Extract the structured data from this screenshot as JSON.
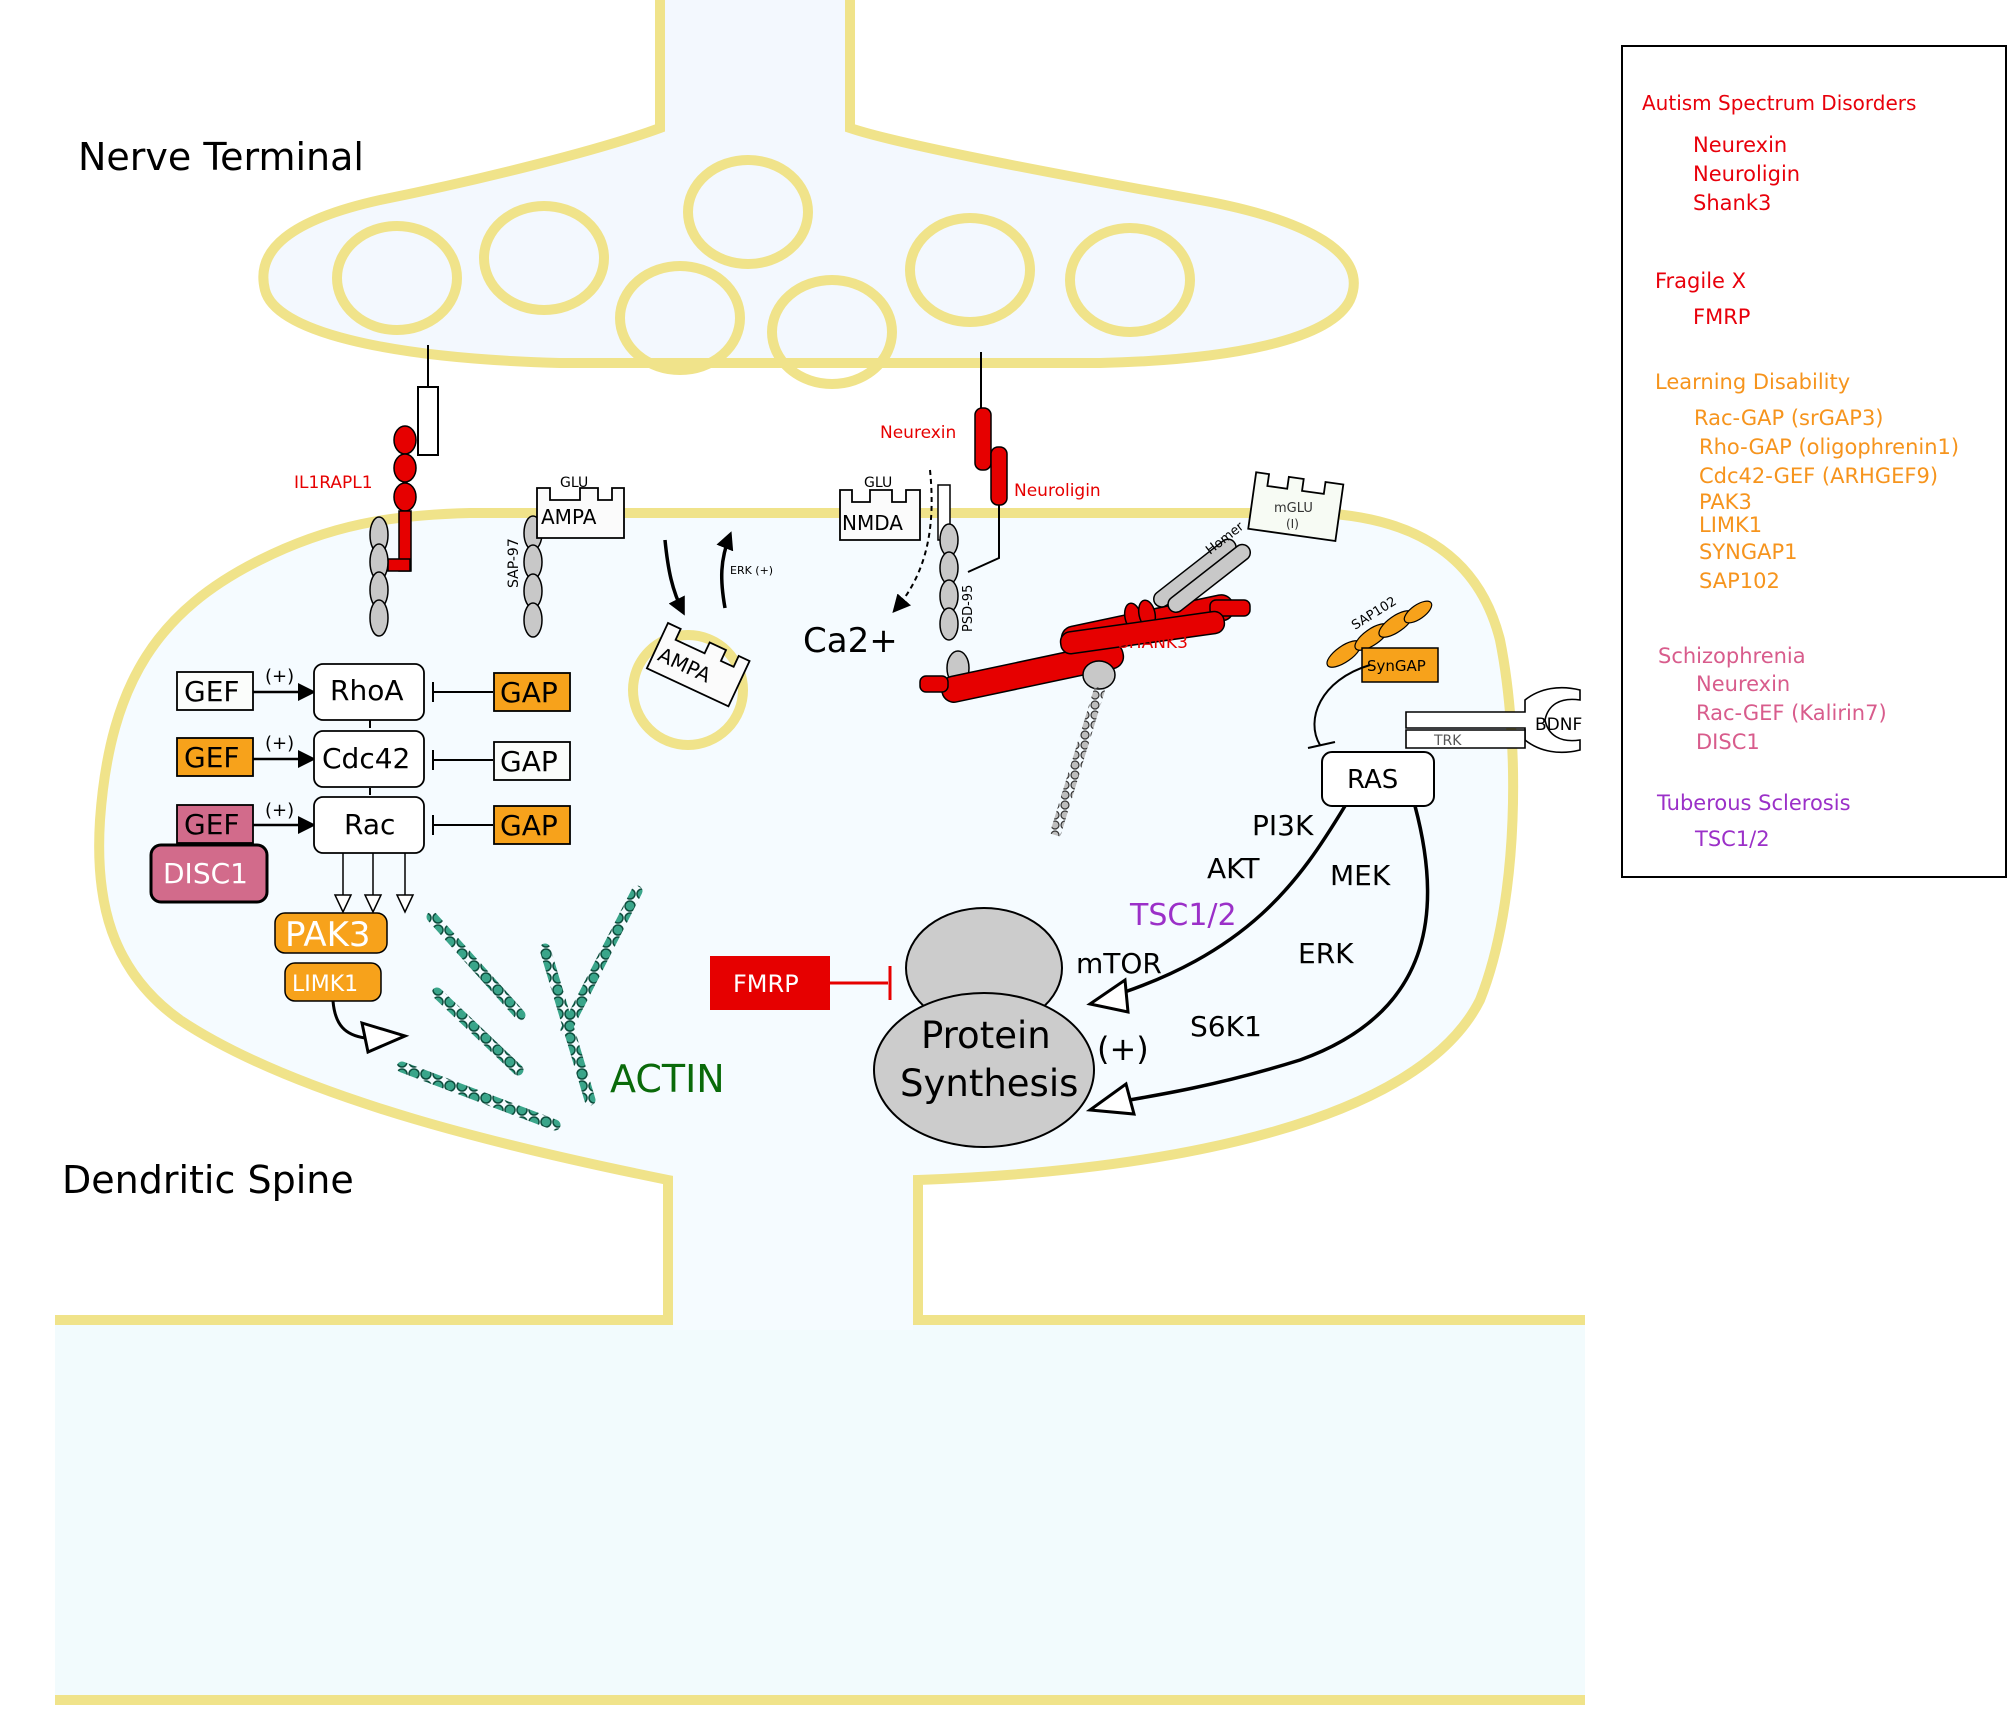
{
  "colors": {
    "membrane": "#f0e38a",
    "cytoplasm": "#f5fbff",
    "disease_red": "#e8000b",
    "disease_orange": "#f6941d",
    "disease_pink": "#d85c8c",
    "disease_purple": "#9b30c8",
    "actin_green": "#0a6a0a",
    "enzyme_orange": "#f7a21b",
    "disc1_pink": "#d26b8b",
    "protein_gray": "#c8c8c8",
    "receptor_red": "#e60000"
  },
  "regions": {
    "nerve_terminal": "Nerve Terminal",
    "dendritic_spine": "Dendritic Spine"
  },
  "receptors": {
    "ampa_label": "AMPA",
    "glu_label": "GLU",
    "nmda_label": "NMDA",
    "mglu_label": "mGLU",
    "mglu_sub": "(I)",
    "homer": "Homer",
    "sap97": "SAP-97",
    "psd95": "PSD-95",
    "internal_ampa": "AMPA",
    "erk_plus": "ERK (+)",
    "ca": "Ca2+"
  },
  "adhesion": {
    "il1rapl1": "IL1RAPL1",
    "neurexin": "Neurexin",
    "neuroligin": "Neuroligin",
    "shank3": "SHANK3"
  },
  "gtpase": {
    "plus": "(+)",
    "rows": [
      {
        "gef": "GEF",
        "node": "RhoA",
        "gap": "GAP"
      },
      {
        "gef": "GEF",
        "node": "Cdc42",
        "gap": "GAP"
      },
      {
        "gef": "GEF",
        "node": "Rac",
        "gap": "GAP"
      }
    ],
    "disc1": "DISC1",
    "pak3": "PAK3",
    "limk1": "LIMK1",
    "actin": "ACTIN"
  },
  "signaling": {
    "sap102": "SAP102",
    "syngap": "SynGAP",
    "trk": "TRK",
    "bdnf": "BDNF",
    "ras": "RAS",
    "pi3k": "PI3K",
    "akt": "AKT",
    "tsc": "TSC1/2",
    "mtor": "mTOR",
    "mek": "MEK",
    "erk": "ERK",
    "s6k1": "S6K1",
    "fmrp": "FMRP",
    "protein_line1": "Protein",
    "protein_line2": "Synthesis",
    "plus": "(+)"
  },
  "legend": {
    "groups": [
      {
        "title": "Autism Spectrum Disorders",
        "color": "#e8000b",
        "items": [
          "Neurexin",
          "Neuroligin",
          "Shank3"
        ]
      },
      {
        "title": "Fragile X",
        "color": "#e8000b",
        "items": [
          "FMRP"
        ]
      },
      {
        "title": "Learning Disability",
        "color": "#f6941d",
        "items": [
          "Rac-GAP (srGAP3)",
          "Rho-GAP (oligophrenin1)",
          "Cdc42-GEF (ARHGEF9)",
          "PAK3",
          "LIMK1",
          "SYNGAP1",
          "SAP102"
        ]
      },
      {
        "title": "Schizophrenia",
        "color": "#d85c8c",
        "items": [
          "Neurexin",
          "Rac-GEF (Kalirin7)",
          "DISC1"
        ]
      },
      {
        "title": "Tuberous Sclerosis",
        "color": "#9b30c8",
        "items": [
          "TSC1/2"
        ]
      }
    ]
  }
}
